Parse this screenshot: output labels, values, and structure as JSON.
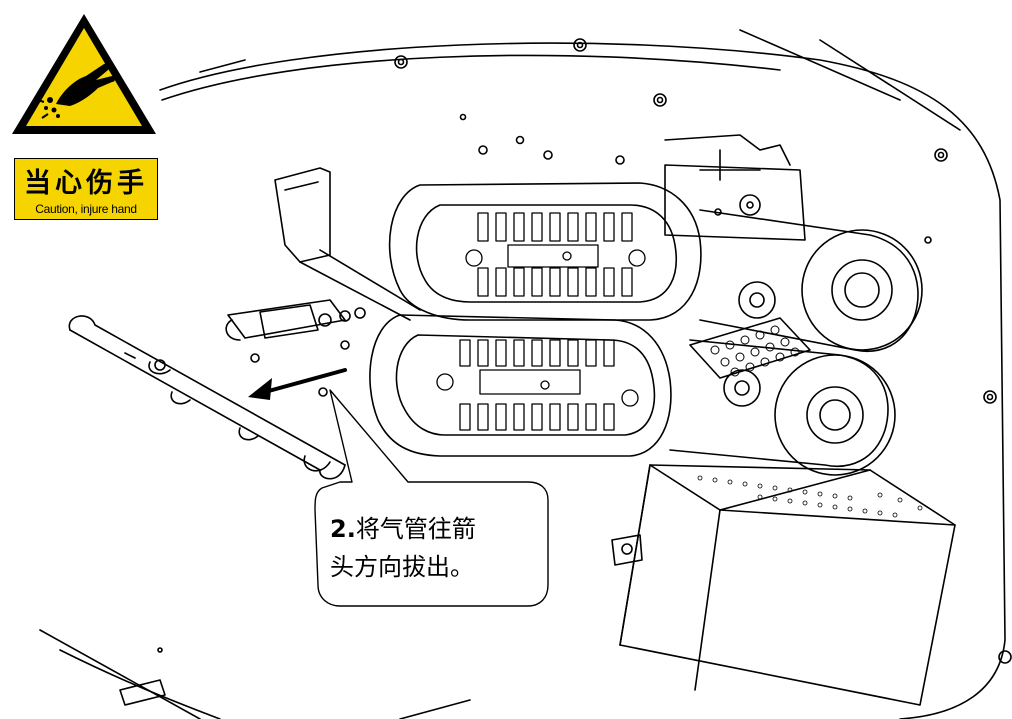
{
  "warning_sign": {
    "cn_label": "当心伤手",
    "en_label": "Caution, injure hand",
    "icon": "hand-injury-icon",
    "color": "#f5d400"
  },
  "callout": {
    "step_number": "2.",
    "line1": "将气管往箭",
    "line2": "头方向拔出。"
  },
  "arrow": {
    "direction": "left",
    "color": "#000000"
  }
}
